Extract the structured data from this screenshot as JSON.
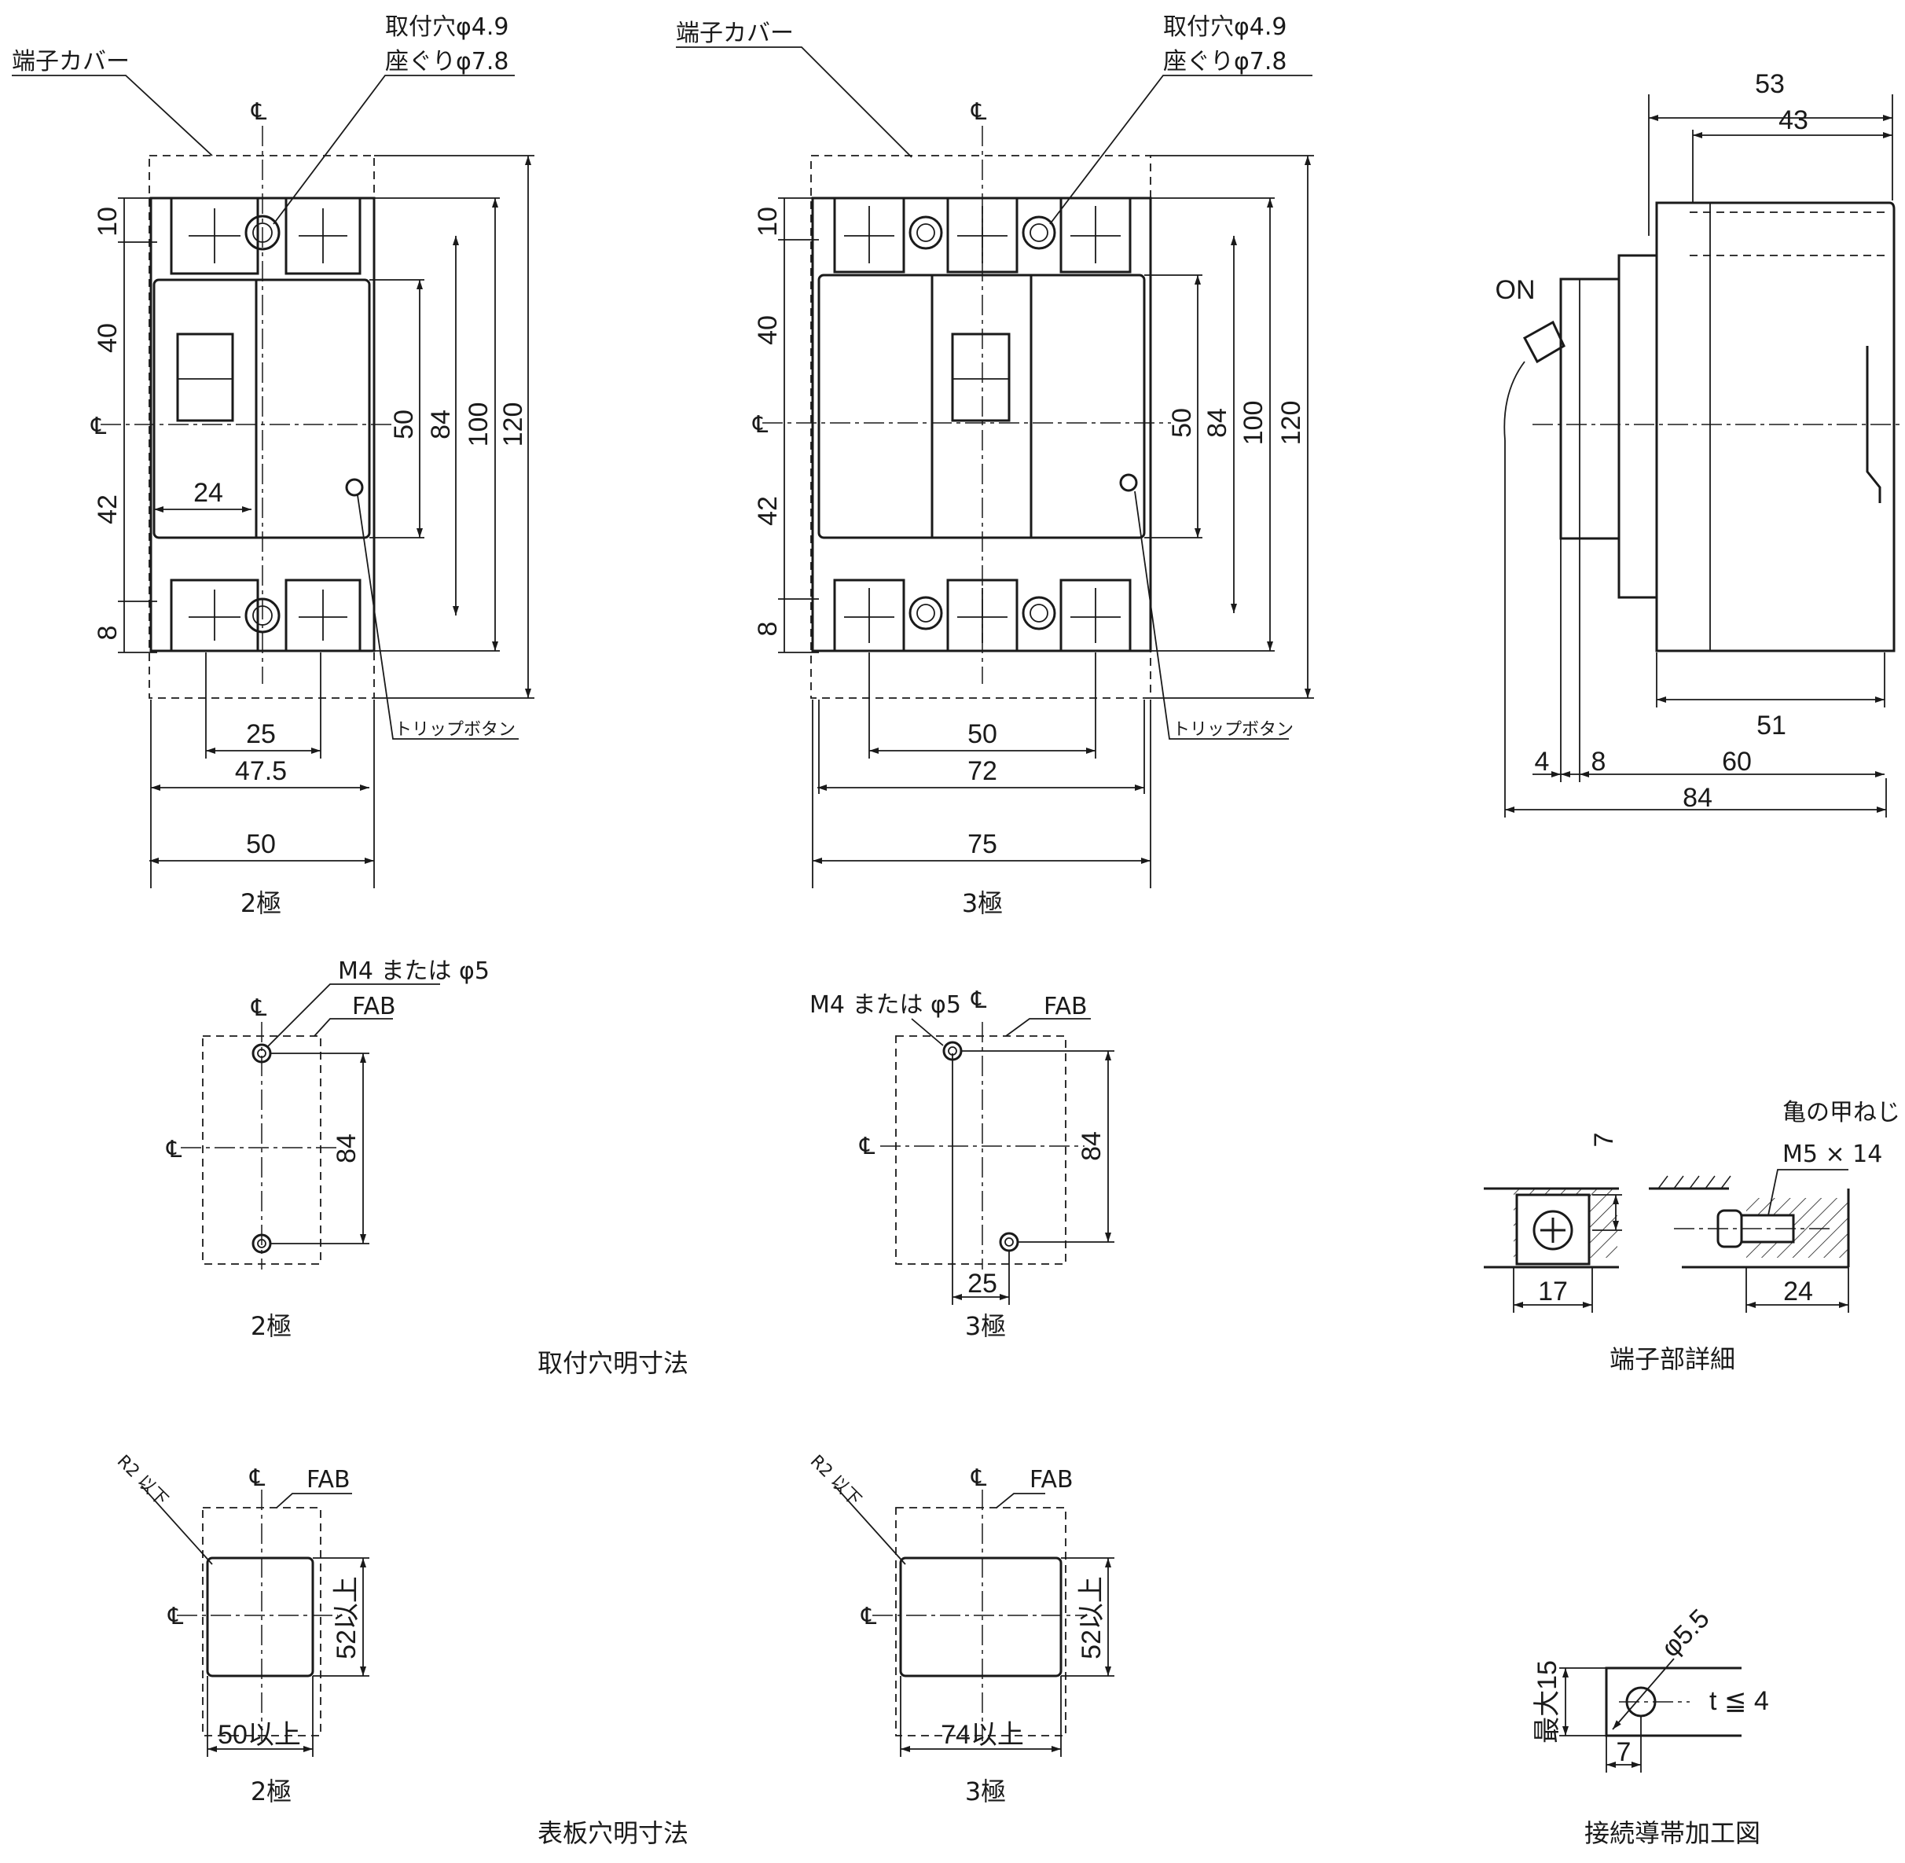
{
  "labels": {
    "terminal_cover": "端子カバー",
    "mount_hole": "取付穴φ4.9",
    "counterbore": "座ぐりφ7.8",
    "trip_button": "トリップボタン",
    "on": "ON",
    "centerline": "℄",
    "m4_or_phi5": "M4 または φ5",
    "fab": "FAB",
    "r2_or_less": "R2 以下",
    "kame_screw": "亀の甲ねじ",
    "m5x14": "M5 × 14",
    "max15": "最大15",
    "phi55": "φ5.5",
    "t_le_4": "t ≦ 4"
  },
  "captions": {
    "pole2": "2極",
    "pole3": "3極",
    "mounting_holes": "取付穴明寸法",
    "panel_cutout": "表板穴明寸法",
    "terminal_detail": "端子部詳細",
    "busbar": "接続導帯加工図"
  },
  "dims": {
    "d10": "10",
    "d40": "40",
    "d42": "42",
    "d8": "8",
    "d50": "50",
    "d84": "84",
    "d100": "100",
    "d120": "120",
    "d24": "24",
    "d25": "25",
    "d47_5": "47.5",
    "d72": "72",
    "d75": "75",
    "d53": "53",
    "d43": "43",
    "d51": "51",
    "d60": "60",
    "d4": "4",
    "d8s": "8",
    "d52up": "52以上",
    "d50up": "50以上",
    "d74up": "74以上",
    "d7": "7",
    "d17": "17"
  }
}
